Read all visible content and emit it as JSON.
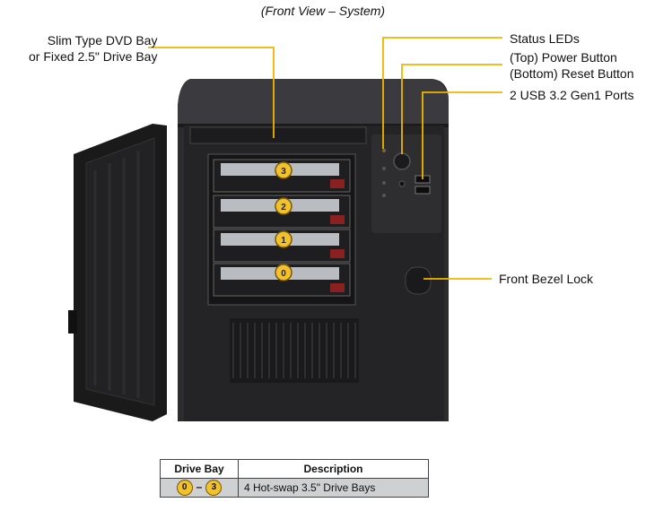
{
  "caption": "(Front View – System)",
  "callouts": {
    "dvd_bay_line1": "Slim Type DVD Bay",
    "dvd_bay_line2": "or Fixed 2.5\" Drive Bay",
    "status_leds": "Status LEDs",
    "power_button": "(Top) Power Button",
    "reset_button": "(Bottom) Reset Button",
    "usb_ports": "2 USB 3.2 Gen1 Ports",
    "bezel_lock": "Front Bezel Lock"
  },
  "drive_badges": [
    "3",
    "2",
    "1",
    "0"
  ],
  "table": {
    "headers": [
      "Drive Bay",
      "Description"
    ],
    "row": {
      "bay_from": "0",
      "bay_sep": "–",
      "bay_to": "3",
      "description": "4 Hot-swap 3.5\" Drive Bays"
    }
  },
  "colors": {
    "callout_line": "#f0b400",
    "chassis": "#2a2a2c",
    "badge": "#f2c12e"
  }
}
